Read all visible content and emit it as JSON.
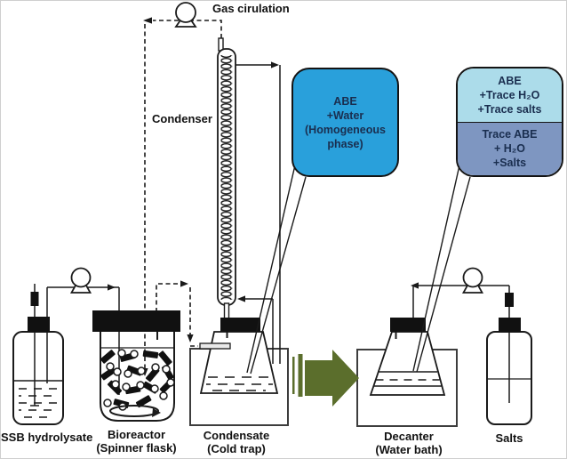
{
  "figure": {
    "labels": {
      "gas_circulation": "Gas cirulation",
      "condenser": "Condenser",
      "ssb_hydrolysate": "SSB hydrolysate",
      "bioreactor_line1": "Bioreactor",
      "bioreactor_line2": "(Spinner flask)",
      "condensate_line1": "Condensate",
      "condensate_line2": "(Cold trap)",
      "decanter_line1": "Decanter",
      "decanter_line2": "(Water bath)",
      "salts": "Salts"
    },
    "callouts": {
      "homogeneous": {
        "lines": [
          "ABE",
          "+Water",
          "(Homogeneous",
          "phase)"
        ],
        "fill": "#29A0DB"
      },
      "two_phase": {
        "top": {
          "lines": [
            "ABE",
            "+Trace H₂O",
            "+Trace salts"
          ],
          "fill": "#ACDCEA"
        },
        "bottom": {
          "lines": [
            "Trace ABE",
            "+ H₂O",
            "+Salts"
          ],
          "fill": "#7E96C1"
        }
      }
    },
    "colors": {
      "transfer_arrow": "#5B6E2C",
      "callout_text": "#1A2E4F",
      "line": "#1a1a1a"
    }
  }
}
